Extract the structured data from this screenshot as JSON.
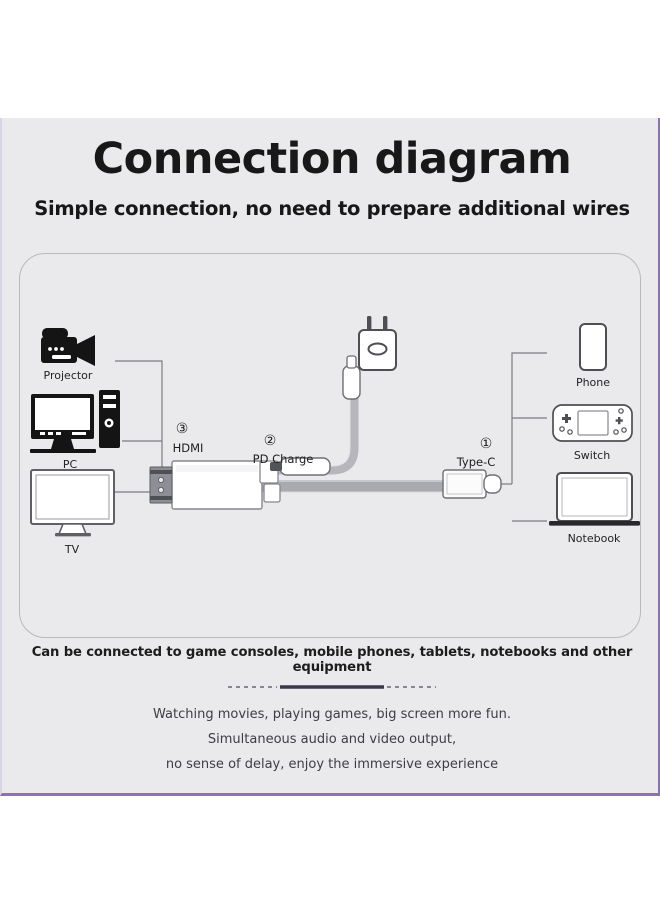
{
  "page": {
    "title": "Connection diagram",
    "subtitle": "Simple connection, no need to prepare additional wires",
    "caption": "Can be connected to game consoles, mobile phones, tablets, notebooks and other equipment",
    "taglines": [
      "Watching movies, playing games, big screen more fun.",
      "Simultaneous audio and video output,",
      "no sense of delay, enjoy the immersive experience"
    ]
  },
  "colors": {
    "panel_background": "#eaeaec",
    "border_accent": "#8b72b8",
    "container_outline": "#b9b9bd",
    "icon_dark": "#1a1a1a",
    "icon_outline": "#5a5a60",
    "connector_gray": "#6e6e74",
    "divider_solid": "#3a3a4a"
  },
  "sources": {
    "group_label": "video-source-devices",
    "items": [
      {
        "label": "Projector",
        "icon": "projector-icon"
      },
      {
        "label": "PC",
        "icon": "desktop-computer-icon"
      },
      {
        "label": "TV",
        "icon": "television-icon"
      }
    ]
  },
  "outputs": {
    "group_label": "source-device-targets",
    "items": [
      {
        "label": "Phone",
        "icon": "smartphone-icon"
      },
      {
        "label": "Switch",
        "icon": "game-console-icon"
      },
      {
        "label": "Notebook",
        "icon": "laptop-icon"
      }
    ]
  },
  "power": {
    "label": "",
    "icon": "wall-charger-icon"
  },
  "ports": [
    {
      "number": "③",
      "label": "HDMI",
      "name": "hdmi-port"
    },
    {
      "number": "②",
      "label": "PD Charge",
      "name": "pd-charge-port"
    },
    {
      "number": "①",
      "label": "Type-C",
      "name": "type-c-connector"
    }
  ]
}
